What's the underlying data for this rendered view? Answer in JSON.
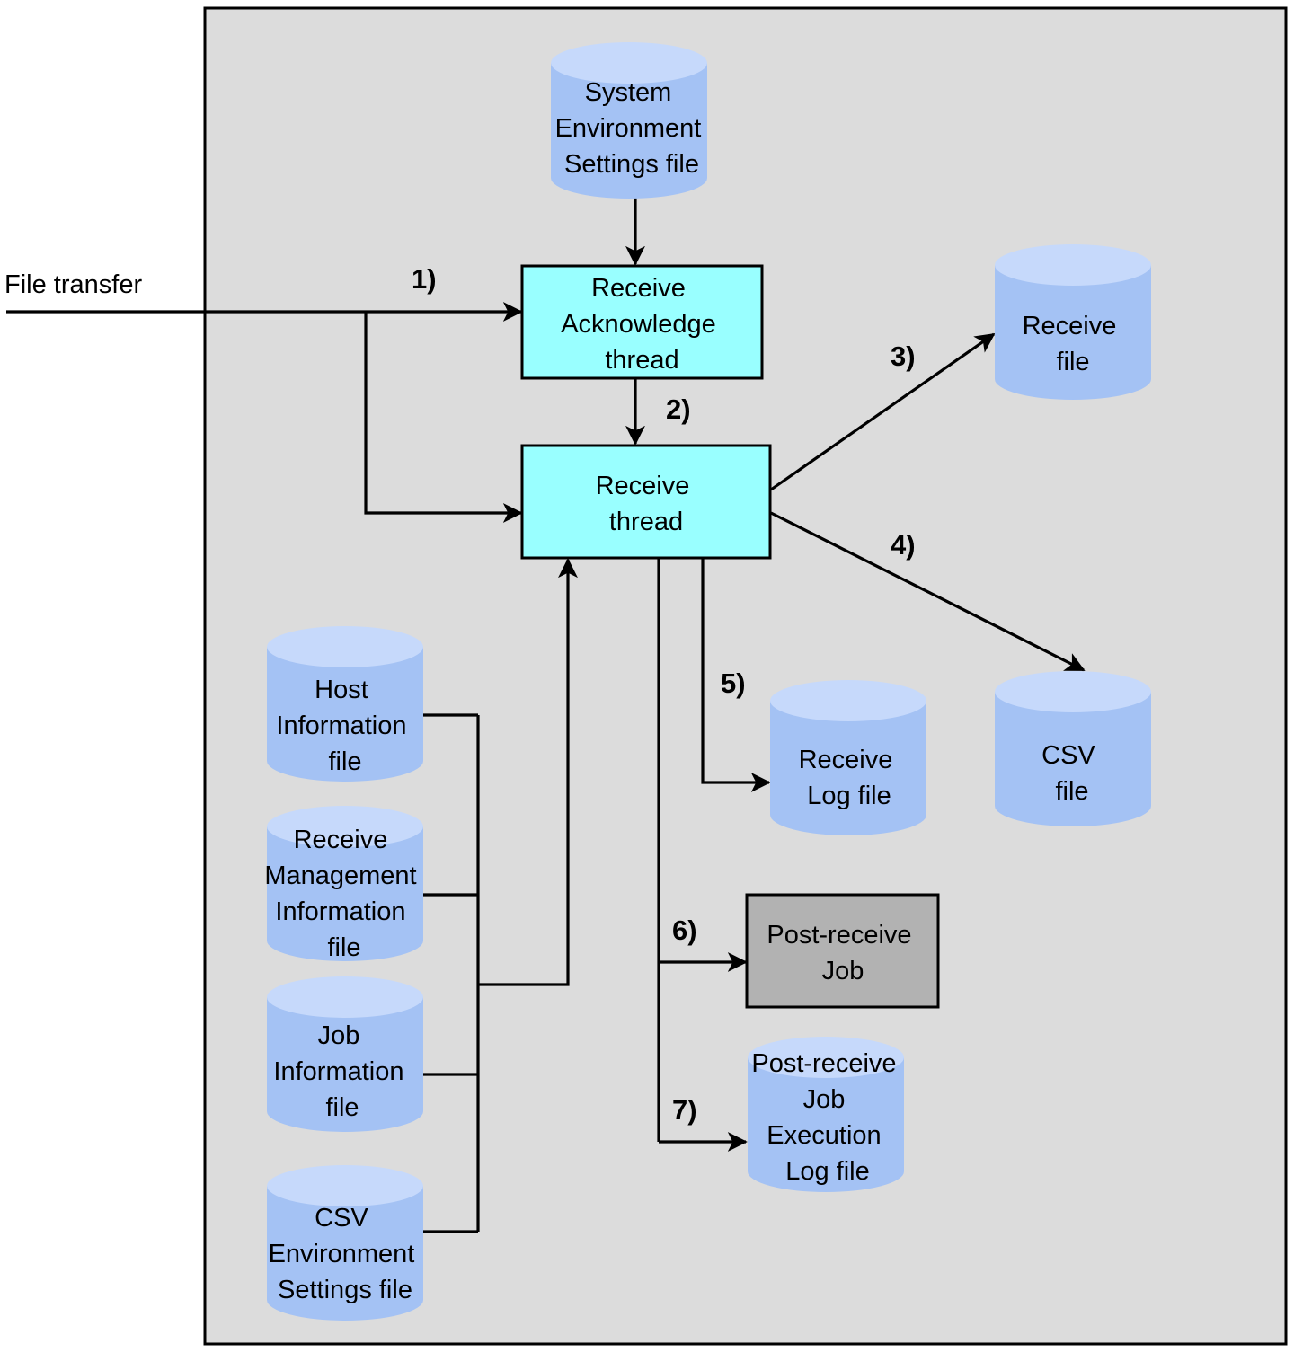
{
  "external": {
    "file_transfer": "File transfer"
  },
  "steps": {
    "s1": "1)",
    "s2": "2)",
    "s3": "3)",
    "s4": "4)",
    "s5": "5)",
    "s6": "6)",
    "s7": "7)"
  },
  "processes": {
    "receive_ack_thread": [
      "Receive",
      "Acknowledge",
      "thread"
    ],
    "receive_thread": [
      "Receive",
      "thread"
    ],
    "post_receive_job": [
      "Post-receive",
      "Job"
    ]
  },
  "files": {
    "system_env_settings": [
      "System",
      "Environment",
      "Settings  file"
    ],
    "receive_file": [
      "Receive",
      "file"
    ],
    "csv_file": [
      "CSV",
      "file"
    ],
    "receive_log_file": [
      "Receive",
      "Log file"
    ],
    "host_info": [
      "Host",
      "Information",
      "file"
    ],
    "receive_mgmt_info": [
      "Receive",
      "Management",
      "Information",
      "file"
    ],
    "job_info": [
      "Job",
      "Information",
      "file"
    ],
    "csv_env_settings": [
      "CSV",
      "Environment",
      "Settings  file"
    ],
    "post_receive_job_exec_log": [
      "Post-receive",
      "Job",
      "Execution",
      "Log file"
    ]
  }
}
